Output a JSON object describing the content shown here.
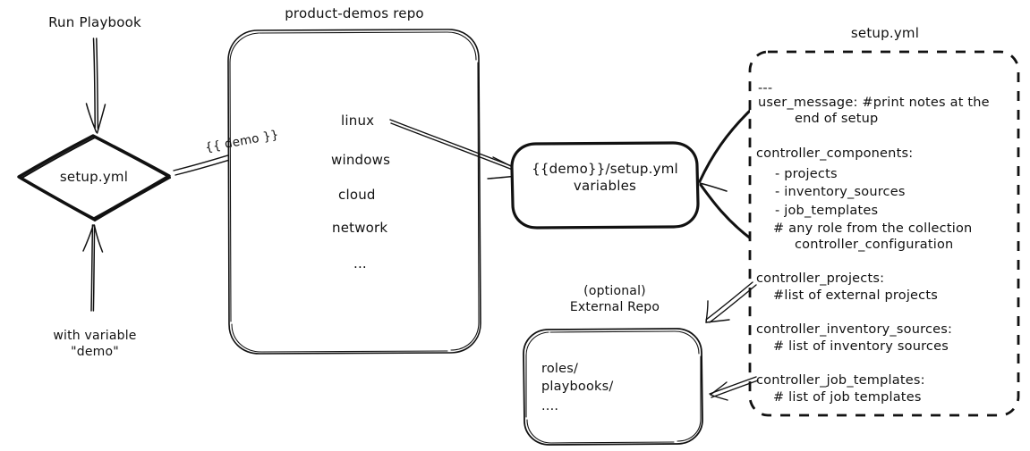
{
  "diagram": {
    "title": "Ansible product-demos setup.yml flow",
    "style": "hand-drawn whiteboard sketch, black ink on white",
    "ink_color": "#111111",
    "background_color": "#ffffff"
  },
  "nodes": {
    "run_playbook_label": "Run Playbook",
    "with_variable_label": "with variable\n\"demo\"",
    "entry_node": "setup.yml",
    "repo_title": "product-demos repo",
    "repo_items": [
      "linux",
      "windows",
      "cloud",
      "network",
      "..."
    ],
    "variables_box": "{{demo}}/setup.yml\nvariables",
    "external_repo_title": "(optional)\nExternal Repo",
    "external_repo_items": [
      "roles/",
      "playbooks/",
      "...."
    ],
    "setup_yml_title": "setup.yml"
  },
  "setup_yml_file": {
    "doc_start": "---",
    "blocks": [
      {
        "key": "user_message:",
        "comment": "#print notes at the",
        "comment_cont": "end of setup"
      },
      {
        "key": "controller_components:",
        "list": [
          "- projects",
          "- inventory_sources",
          "- job_templates"
        ],
        "comment": "# any role from the collection",
        "comment_cont": "controller_configuration"
      },
      {
        "key": "controller_projects:",
        "comment": "#list of external projects"
      },
      {
        "key": "controller_inventory_sources:",
        "comment": "# list of inventory sources"
      },
      {
        "key": "controller_job_templates:",
        "comment": "# list of job templates"
      }
    ]
  },
  "edges": {
    "run_to_setup": "",
    "variable_to_setup": "",
    "setup_to_linux_label": "{{ demo }}",
    "linux_to_variables": "",
    "setupyml_to_variables_top": "",
    "setupyml_to_variables_bottom": "",
    "projects_to_external_repo": "",
    "jobtemplates_to_external_repo": ""
  }
}
